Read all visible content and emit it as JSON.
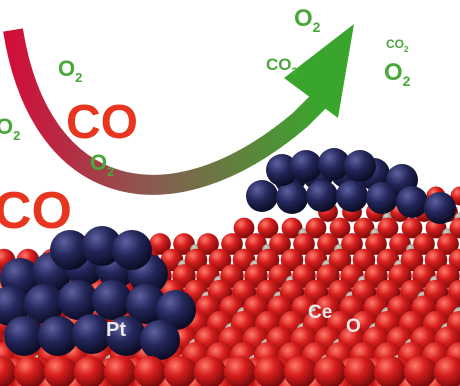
{
  "colors": {
    "background": "#ffffff",
    "oxygen_atom": "#d81e1e",
    "cerium_atom": "#9a9a8a",
    "platinum_atom": "#232659",
    "arrow_start": "#d0103a",
    "arrow_end": "#3aa52c",
    "co_text": "#e8351f",
    "o2_text": "#4aa83a",
    "atom_label": "#e8e8e8"
  },
  "labels": {
    "co_large_1": "CO",
    "co_large_2": "CO",
    "o2_1": "O",
    "o2_2": "O",
    "o2_3": "O",
    "o2_4": "O",
    "o2_5": "O",
    "co2_1": "CO",
    "co2_2": "CO",
    "subscript_2": "2",
    "pt": "Pt",
    "ce": "Ce",
    "o": "O"
  },
  "icons": {
    "arrow": "curved-arrow-icon"
  }
}
